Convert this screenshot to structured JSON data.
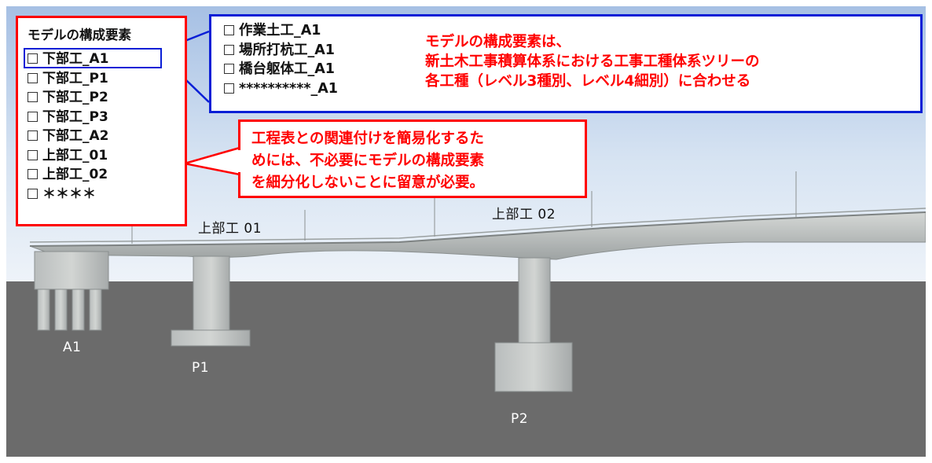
{
  "model_panel": {
    "title": "モデルの構成要素",
    "items": [
      "下部工_A1",
      "下部工_P1",
      "下部工_P2",
      "下部工_P3",
      "下部工_A2",
      "上部工_01",
      "上部工_02",
      "＊＊＊＊"
    ]
  },
  "sub_panel": {
    "items": [
      "作業土工_A1",
      "場所打杭工_A1",
      "橋台躯体工_A1",
      "**********_A1"
    ],
    "note_lines": [
      "モデルの構成要素は、",
      "新土木工事積算体系における工事工種体系ツリーの",
      "各工種（レベル3種別、レベル4細別）に合わせる"
    ]
  },
  "callout": {
    "lines": [
      "工程表との関連付けを簡易化するた",
      "めには、不必要にモデルの構成要素",
      "を細分化しないことに留意が必要。"
    ]
  },
  "scene_labels": {
    "span1": "上部工 01",
    "span2": "上部工 02",
    "a1": "A1",
    "p1": "P1",
    "p2": "P2"
  },
  "colors": {
    "model_border": "#ff0000",
    "sub_border": "#0a1fd6",
    "callout_border": "#ff0000",
    "note_text": "#ff0000",
    "ground": "#6b6b6b",
    "sky_top": "#a8c2e6"
  }
}
